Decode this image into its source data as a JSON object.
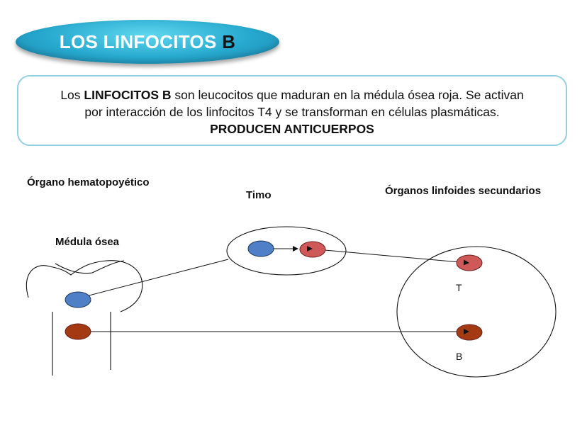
{
  "title": {
    "main": "LOS LINFOCITOS",
    "accent": "B"
  },
  "definition": {
    "line1_pre": "Los ",
    "line1_bold": "LINFOCITOS B",
    "line1_post": " son leucocitos que maduran en la médula ósea roja. Se activan",
    "line2": "por interacción de los linfocitos T4 y se transforman en células plasmáticas.",
    "line3": "PRODUCEN ANTICUERPOS"
  },
  "labels": {
    "hematopoietic": "Órgano hematopoyético",
    "thymus": "Timo",
    "secondary": "Órganos linfoides secundarios",
    "marrow": "Médula ósea",
    "t_cell": "T",
    "b_cell": "B"
  },
  "colors": {
    "title_pill": "#27a9cf",
    "box_border": "#93cfe0",
    "blue_cell": "#4f7fc7",
    "red_cell": "#cf5858",
    "brown_cell": "#a33a14"
  }
}
